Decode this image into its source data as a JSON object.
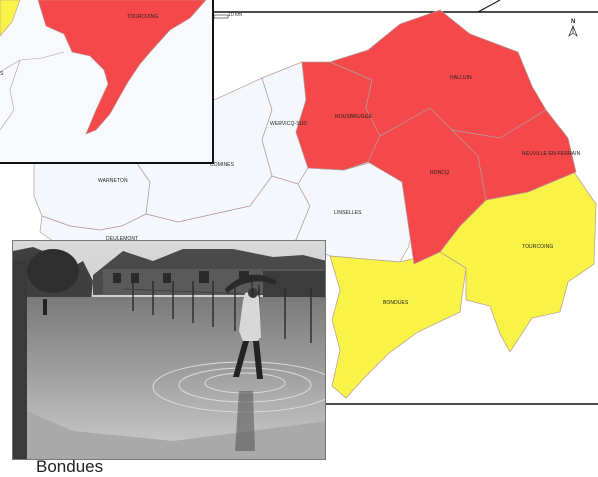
{
  "map": {
    "scale_label": "10 km",
    "north_symbol": "N",
    "colors": {
      "red": "#f5484a",
      "yellow": "#f8f346",
      "white": "#f4f7fb",
      "border": "#b59a98"
    },
    "communes": [
      {
        "name": "HALLUIN",
        "status": "red"
      },
      {
        "name": "ROUSBRUGGE",
        "status": "red"
      },
      {
        "name": "RONCQ",
        "status": "red"
      },
      {
        "name": "NEUVILLE-EN-FERRAIN",
        "status": "red"
      },
      {
        "name": "WERVICQ-SUD",
        "status": "white"
      },
      {
        "name": "COMINES",
        "status": "white"
      },
      {
        "name": "WARNETON",
        "status": "white"
      },
      {
        "name": "DEULEMONT",
        "status": "white"
      },
      {
        "name": "LINSELLES",
        "status": "white"
      },
      {
        "name": "BONDUES",
        "status": "yellow"
      },
      {
        "name": "TOURCOING",
        "status": "yellow"
      }
    ]
  },
  "inset": {
    "label": "TOURCOING",
    "side_label": "S"
  },
  "photo": {
    "caption": "Bondues"
  }
}
